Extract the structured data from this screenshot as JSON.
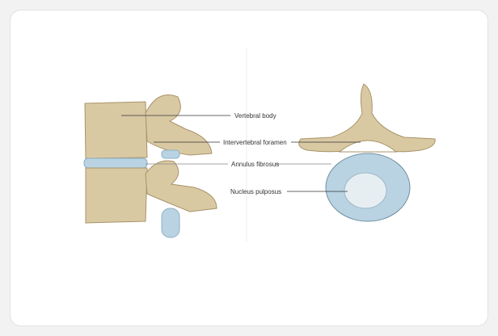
{
  "diagram": {
    "labels": {
      "vertebral_body": "Vertebral body",
      "intervertebral_foramen": "Intervertebral foramen",
      "annulus_fibrosus": "Annulus fibrosus",
      "nucleus_pulposus": "Nucleus pulposus"
    },
    "colors": {
      "bone": "#d9c9a3",
      "bone_dark": "#b8a37a",
      "disc": "#b9d3e3",
      "nucleus": "#e6eef2"
    }
  }
}
